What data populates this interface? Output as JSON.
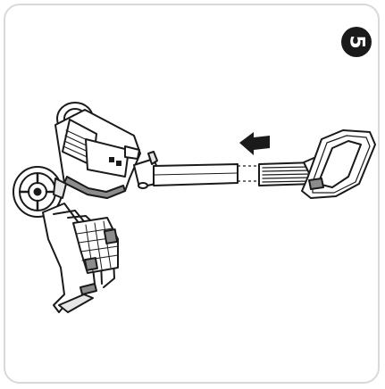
{
  "step": {
    "number": "5"
  },
  "illustration": {
    "icons": [
      "trolley-caddy",
      "extension-handle",
      "assembly-arrow"
    ],
    "colors": {
      "frame_border": "#d9d9d9",
      "ink": "#1a1a1a",
      "badge_bg": "#1a1a1a",
      "badge_text": "#ffffff",
      "gray_fill": "#8c8c8c",
      "light_fill": "#e6e6e6"
    }
  }
}
